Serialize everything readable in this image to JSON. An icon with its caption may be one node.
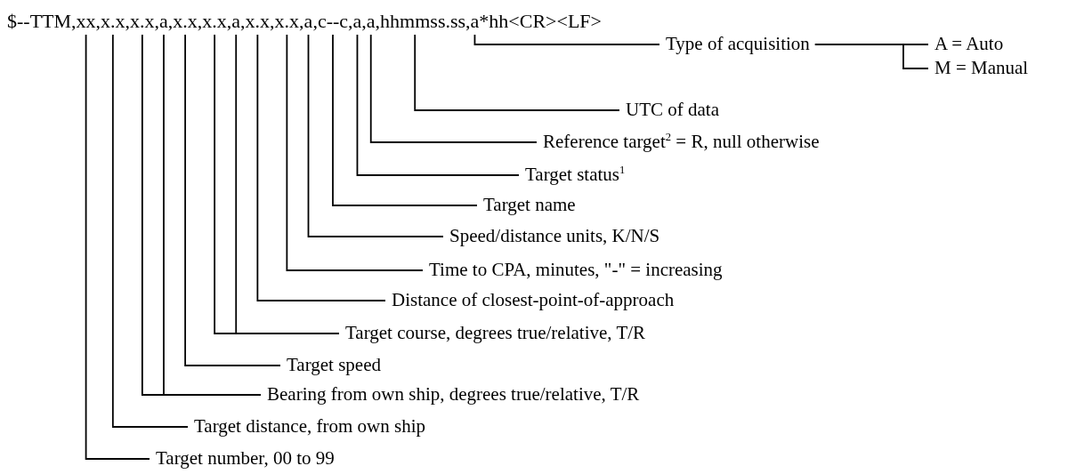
{
  "diagram": {
    "nodes": [
      {
        "text": [
          "$--TTM,xx,x.x,x.x,a,x.x,x.x,a,x.x,x.x,a,c--c,a,a,hhmmss.ss,a*hh<CR><LF>"
        ]
      },
      {
        "text": [
          "Type of acquisition"
        ]
      },
      {
        "text": [
          "A = Auto"
        ]
      },
      {
        "text": [
          "M = Manual"
        ]
      },
      {
        "text": [
          "UTC of data"
        ]
      },
      {
        "text": [
          "Reference target$^{2}$ = R, null otherwise"
        ]
      },
      {
        "text": [
          "Target status$^{1}$"
        ]
      },
      {
        "text": [
          "Target name"
        ]
      },
      {
        "text": [
          "Speed/distance units, K/N/S"
        ]
      },
      {
        "text": [
          "Time to CPA, minutes, \"-\" = increasing"
        ]
      },
      {
        "text": [
          "Distance of closest-point-of-approach"
        ]
      },
      {
        "text": [
          "Target course, degrees true/relative, T/R"
        ]
      },
      {
        "text": [
          "Target speed"
        ]
      },
      {
        "text": [
          "Bearing from own ship, degrees true/relative, T/R"
        ]
      },
      {
        "text": [
          "Target distance, from own ship"
        ]
      },
      {
        "text": [
          "Target number, 00 to 99"
        ]
      }
    ],
    "edges": [
      {
        "from": 1,
        "to": 0,
        "arrow": "none"
      },
      {
        "from": 1,
        "to": 2,
        "arrow": "none"
      },
      {
        "from": 1,
        "to": 3,
        "arrow": "none"
      },
      {
        "from": 4,
        "to": 0,
        "arrow": "none"
      },
      {
        "from": 5,
        "to": 0,
        "arrow": "none"
      },
      {
        "from": 6,
        "to": 0,
        "arrow": "none"
      },
      {
        "from": 7,
        "to": 0,
        "arrow": "none"
      },
      {
        "from": 8,
        "to": 0,
        "arrow": "none"
      },
      {
        "from": 9,
        "to": 0,
        "arrow": "none"
      },
      {
        "from": 10,
        "to": 0,
        "arrow": "none"
      },
      {
        "from": 11,
        "to": 0,
        "arrow": "none"
      },
      {
        "from": 11,
        "to": 0,
        "arrow": "none"
      },
      {
        "from": 12,
        "to": 0,
        "arrow": "none"
      },
      {
        "from": 13,
        "to": 0,
        "arrow": "none"
      },
      {
        "from": 13,
        "to": 0,
        "arrow": "none"
      },
      {
        "from": 14,
        "to": 0,
        "arrow": "none"
      },
      {
        "from": 15,
        "to": 0,
        "arrow": "none"
      }
    ]
  }
}
